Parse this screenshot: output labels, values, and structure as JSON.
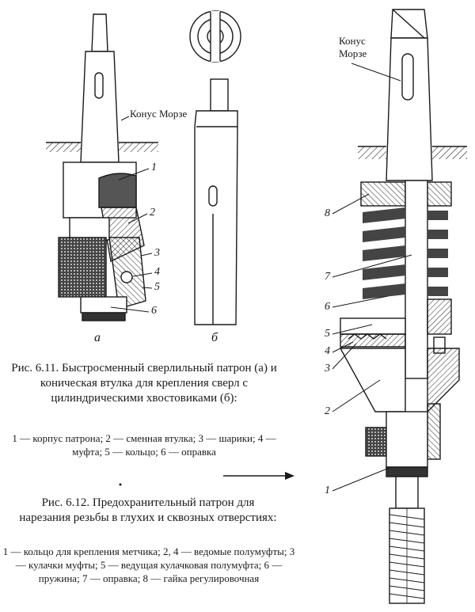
{
  "fig611": {
    "morse_label": "Конус Морзе",
    "part_numbers": [
      "1",
      "2",
      "3",
      "4",
      "5",
      "6"
    ],
    "sub_a": "а",
    "sub_b": "б",
    "caption_title": "Рис. 6.11. Быстросменный сверлильный патрон (а) и коническая втулка для крепления сверл с цилиндрическими хвостовиками (б):",
    "caption_legend": "1 — корпус патрона; 2 — сменная втулка; 3 — шарики; 4 — муфта; 5 — кольцо; 6 — оправка"
  },
  "fig612": {
    "morse_label_line1": "Конус",
    "morse_label_line2": "Морзе",
    "part_numbers": [
      "8",
      "7",
      "6",
      "5",
      "4",
      "3",
      "2",
      "1"
    ],
    "caption_title": "Рис. 6.12. Предохранительный патрон для нарезания резьбы в глухих и сквозных отверстиях:",
    "caption_legend": "1 — кольцо для крепления метчика; 2, 4 — ведомые полумуфты; 3 — кулачки муфты; 5 — ведущая кулачковая полумуфта; 6 — пружина; 7 — оправка; 8 — гайка регулировочная"
  }
}
